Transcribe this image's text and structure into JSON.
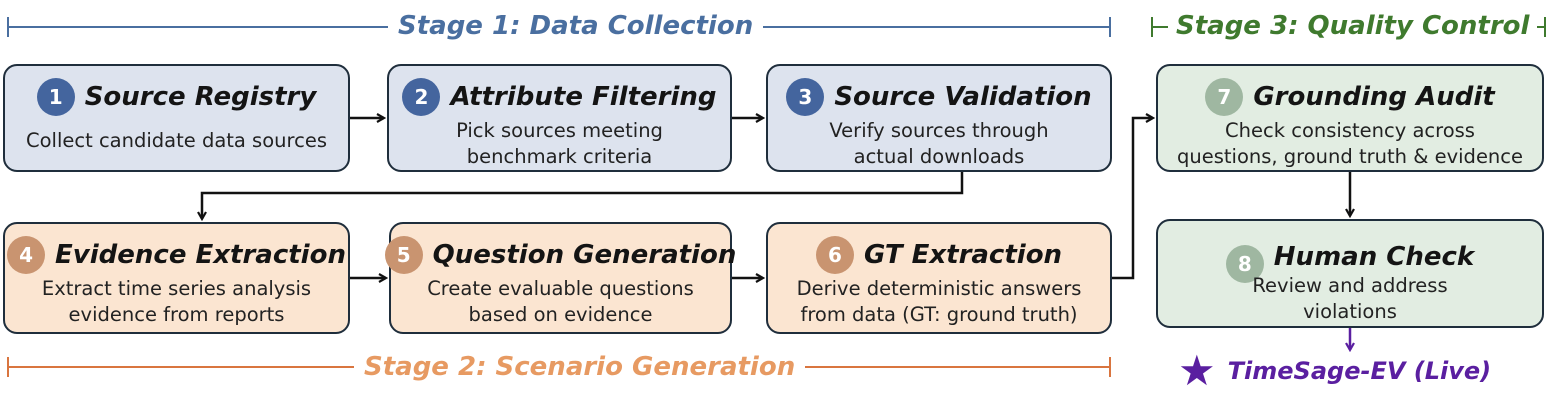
{
  "stages": {
    "stage1": "Stage 1: Data Collection",
    "stage2": "Stage 2: Scenario Generation",
    "stage3": "Stage 3: Quality Control"
  },
  "steps": [
    {
      "number": "1",
      "title": "Source Registry",
      "desc": [
        "Collect candidate data sources"
      ]
    },
    {
      "number": "2",
      "title": "Attribute Filtering",
      "desc": [
        "Pick sources meeting",
        "benchmark criteria"
      ]
    },
    {
      "number": "3",
      "title": "Source Validation",
      "desc": [
        "Verify sources through",
        "actual downloads"
      ]
    },
    {
      "number": "4",
      "title": "Evidence Extraction",
      "desc": [
        "Extract time series analysis",
        "evidence from reports"
      ]
    },
    {
      "number": "5",
      "title": "Question Generation",
      "desc": [
        "Create evaluable questions",
        "based on evidence"
      ]
    },
    {
      "number": "6",
      "title": "GT Extraction",
      "desc": [
        "Derive deterministic answers",
        "from data (GT: ground truth)"
      ]
    },
    {
      "number": "7",
      "title": "Grounding Audit",
      "desc": [
        "Check consistency across",
        "questions, ground truth & evidence"
      ]
    },
    {
      "number": "8",
      "title": "Human Check",
      "desc": [
        "Review and address",
        "violations"
      ]
    }
  ],
  "output": {
    "label": "TimeSage-EV (Live)",
    "icon": "star-icon"
  },
  "colors": {
    "stage1": "#4a6fa0",
    "stage2": "#e79a62",
    "stage3": "#3f7a2e",
    "collection_fill": "#dde3ee",
    "generation_fill": "#fbe5d1",
    "qc_fill": "#e2ede2",
    "output": "#5a1fa0"
  }
}
